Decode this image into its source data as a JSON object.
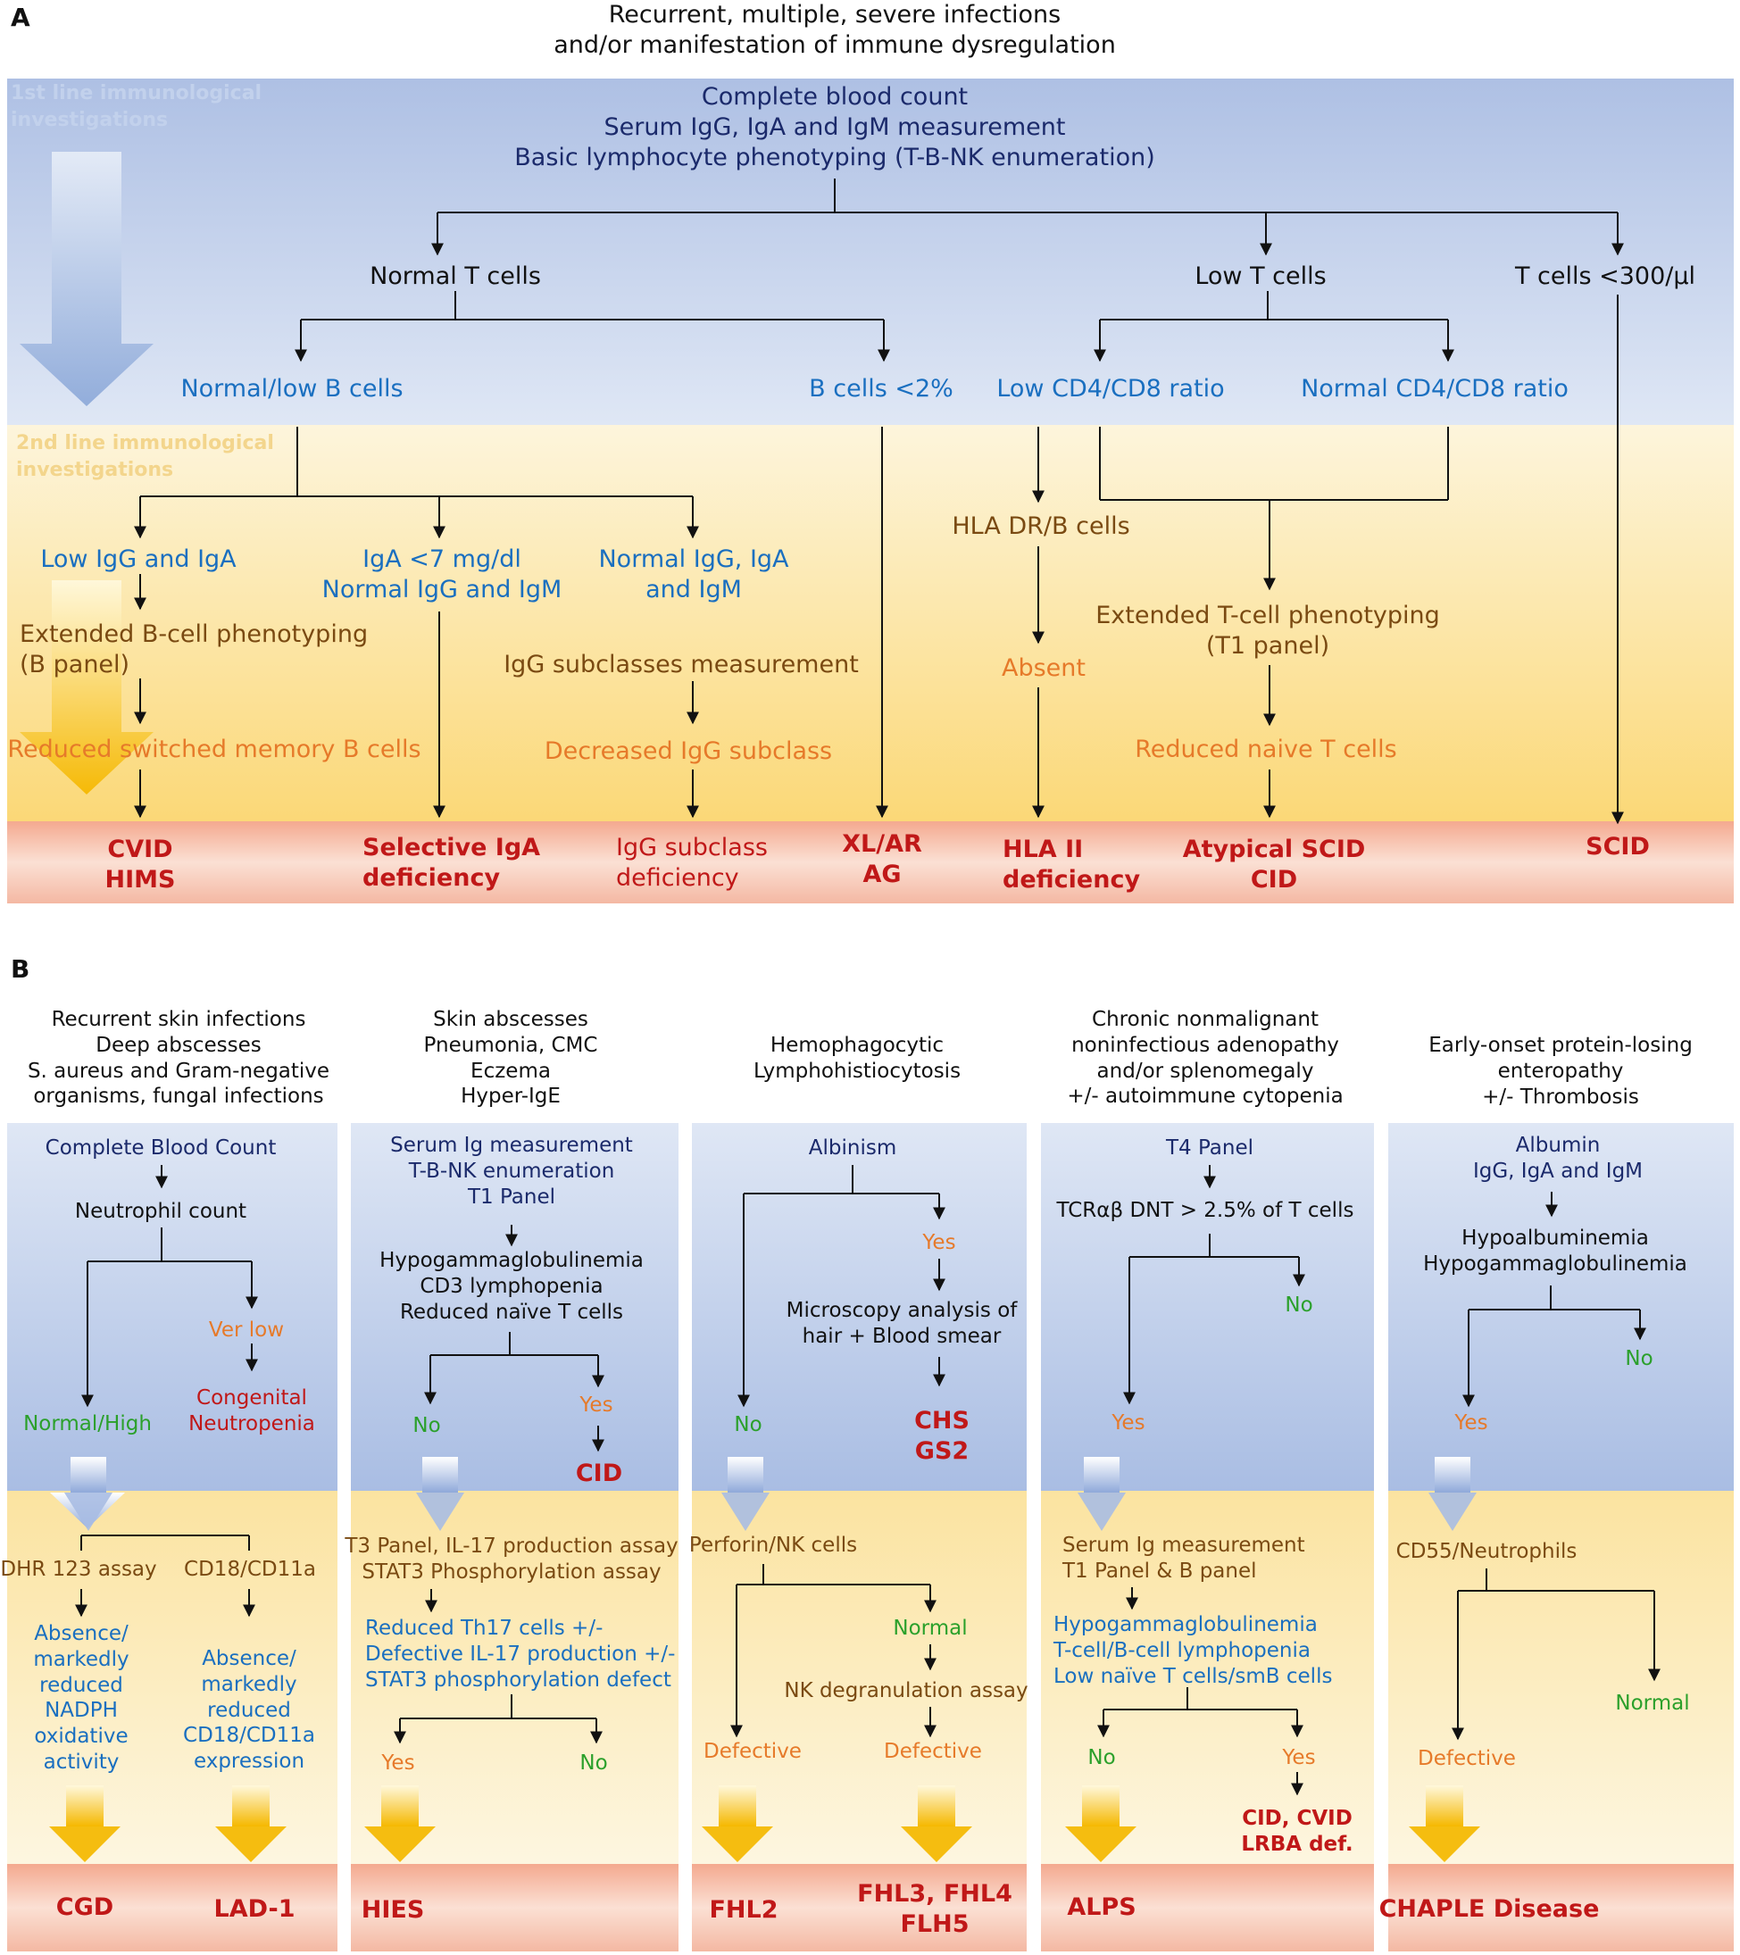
{
  "panel_a": {
    "letter": "A",
    "title_line1": "Recurrent, multiple, severe infections",
    "title_line2": "and/or manifestation of immune dysregulation",
    "first_line_label_1": "1st line immunological",
    "first_line_label_2": "investigations",
    "second_line_label_1": "2nd line immunological",
    "second_line_label_2": "investigations",
    "top_tests": [
      "Complete blood count",
      "Serum IgG, IgA and IgM measurement",
      "Basic lymphocyte phenotyping (T-B-NK enumeration)"
    ],
    "normal_t": "Normal T cells",
    "low_t": "Low T cells",
    "t_300": "T cells <300/μl",
    "normal_low_b": "Normal/low B cells",
    "b_2": "B cells <2%",
    "low_cd4": "Low CD4/CD8 ratio",
    "normal_cd4": "Normal CD4/CD8 ratio",
    "low_igg_iga": "Low IgG and IgA",
    "iga_7_1": "IgA <7 mg/dl",
    "iga_7_2": "Normal IgG and IgM",
    "normal_igg_1": "Normal IgG, IgA",
    "normal_igg_2": "and IgM",
    "ext_b_1": "Extended B-cell phenotyping",
    "ext_b_2": "(B panel)",
    "igg_sub_meas": "IgG subclasses measurement",
    "reduced_switched": "Reduced switched memory B cells",
    "decreased_igg": "Decreased IgG subclass",
    "hla_dr": "HLA DR/B cells",
    "absent": "Absent",
    "ext_t_1": "Extended T-cell phenotyping",
    "ext_t_2": "(T1 panel)",
    "reduced_naive": "Reduced naive T cells",
    "res_cvid_1": "CVID",
    "res_cvid_2": "HIMS",
    "res_iga_1": "Selective IgA",
    "res_iga_2": "deficiency",
    "res_igg_1": "IgG subclass",
    "res_igg_2": "deficiency",
    "res_xl_1": "XL/AR",
    "res_xl_2": "AG",
    "res_hla_1": "HLA II",
    "res_hla_2": "deficiency",
    "res_scid_a_1": "Atypical SCID",
    "res_scid_a_2": "CID",
    "res_scid": "SCID"
  },
  "panel_b": {
    "letter": "B",
    "col1": {
      "header": [
        "Recurrent skin infections",
        "Deep abscesses",
        "S. aureus and Gram-negative",
        "organisms, fungal infections"
      ],
      "cbc": "Complete Blood Count",
      "neut": "Neutrophil count",
      "ver_low": "Ver low",
      "cong_1": "Congenital",
      "cong_2": "Neutropenia",
      "normal_high": "Normal/High",
      "dhr": "DHR 123 assay",
      "cd18": "CD18/CD11a",
      "abs1": [
        "Absence/",
        "markedly",
        "reduced",
        "NADPH",
        "oxidative",
        "activity"
      ],
      "abs2": [
        "Absence/",
        "markedly",
        "reduced",
        "CD18/CD11a",
        "expression"
      ],
      "res1": "CGD",
      "res2": "LAD-1"
    },
    "col2": {
      "header": [
        "Skin abscesses",
        "Pneumonia, CMC",
        "Eczema",
        "Hyper-IgE"
      ],
      "tests": [
        "Serum Ig measurement",
        "T-B-NK enumeration",
        "T1 Panel"
      ],
      "findings": [
        "Hypogammaglobulinemia",
        "CD3 lymphopenia",
        "Reduced naïve T cells"
      ],
      "no": "No",
      "yes": "Yes",
      "cid": "CID",
      "t3": [
        "T3 Panel, IL-17 production assay",
        "STAT3 Phosphorylation assay"
      ],
      "reduced": [
        "Reduced Th17 cells +/-",
        "Defective IL-17 production +/-",
        "STAT3 phosphorylation defect"
      ],
      "yes2": "Yes",
      "no2": "No",
      "res": "HIES"
    },
    "col3": {
      "header": [
        "Hemophagocytic",
        "Lymphohistiocytosis"
      ],
      "albinism": "Albinism",
      "yes": "Yes",
      "micro": [
        "Microscopy analysis of",
        "hair + Blood smear"
      ],
      "no": "No",
      "chs_1": "CHS",
      "chs_2": "GS2",
      "perforin": "Perforin/NK cells",
      "normal": "Normal",
      "nk_degran": "NK degranulation assay",
      "defective1": "Defective",
      "defective2": "Defective",
      "res1": "FHL2",
      "res2_1": "FHL3, FHL4",
      "res2_2": "FLH5"
    },
    "col4": {
      "header": [
        "Chronic nonmalignant",
        "noninfectious adenopathy",
        "and/or splenomegaly",
        "+/- autoimmune cytopenia"
      ],
      "t4": "T4 Panel",
      "tcr": "TCRαβ DNT > 2.5% of T cells",
      "no": "No",
      "yes": "Yes",
      "serum": [
        "Serum Ig measurement",
        "T1 Panel & B panel"
      ],
      "hypo": [
        "Hypogammaglobulinemia",
        "T-cell/B-cell lymphopenia",
        "Low naïve T cells/smB cells"
      ],
      "no2": "No",
      "yes2": "Yes",
      "cid_1": "CID, CVID",
      "cid_2": "LRBA def.",
      "res": "ALPS"
    },
    "col5": {
      "header": [
        "Early-onset protein-losing",
        "enteropathy",
        "+/- Thrombosis"
      ],
      "tests": [
        "Albumin",
        "IgG, IgA and IgM"
      ],
      "hypo": [
        "Hypoalbuminemia",
        "Hypogammaglobulinemia"
      ],
      "no": "No",
      "yes": "Yes",
      "cd55": "CD55/Neutrophils",
      "normal": "Normal",
      "defective": "Defective",
      "res": "CHAPLE Disease"
    }
  },
  "colors": {
    "blue_band": "#b9c9e6",
    "yellow_band": "#fbe8a6",
    "pink_band": "#f7c8b8",
    "result_red": "#c01818"
  }
}
